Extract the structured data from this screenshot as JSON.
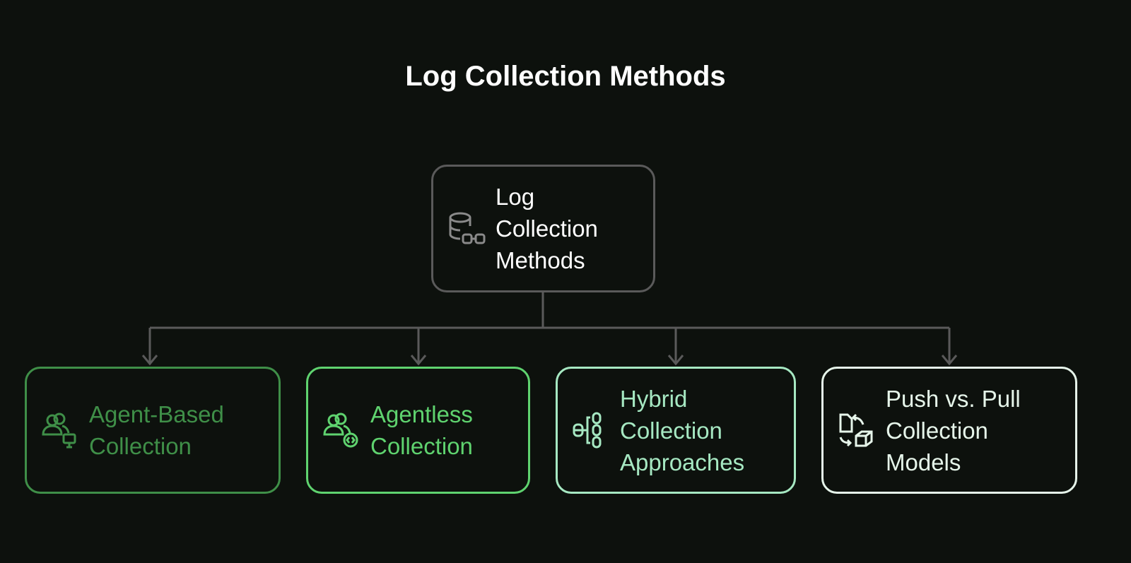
{
  "title": "Log Collection Methods",
  "root": {
    "label_lines": [
      "Log",
      "Collection",
      "Methods"
    ],
    "icon": "database-link-icon",
    "color": "#5a5a5a"
  },
  "children": [
    {
      "label_lines": [
        "Agent-Based",
        "Collection"
      ],
      "icon": "users-monitor-icon",
      "color": "#3f8f48"
    },
    {
      "label_lines": [
        "Agentless",
        "Collection"
      ],
      "icon": "users-code-icon",
      "color": "#5fd36f"
    },
    {
      "label_lines": [
        "Hybrid",
        "Collection",
        "Approaches"
      ],
      "icon": "database-tree-icon",
      "color": "#a6e8c2"
    },
    {
      "label_lines": [
        "Push vs. Pull",
        "Collection",
        "Models"
      ],
      "icon": "document-cube-exchange-icon",
      "color": "#e6f5ea"
    }
  ]
}
